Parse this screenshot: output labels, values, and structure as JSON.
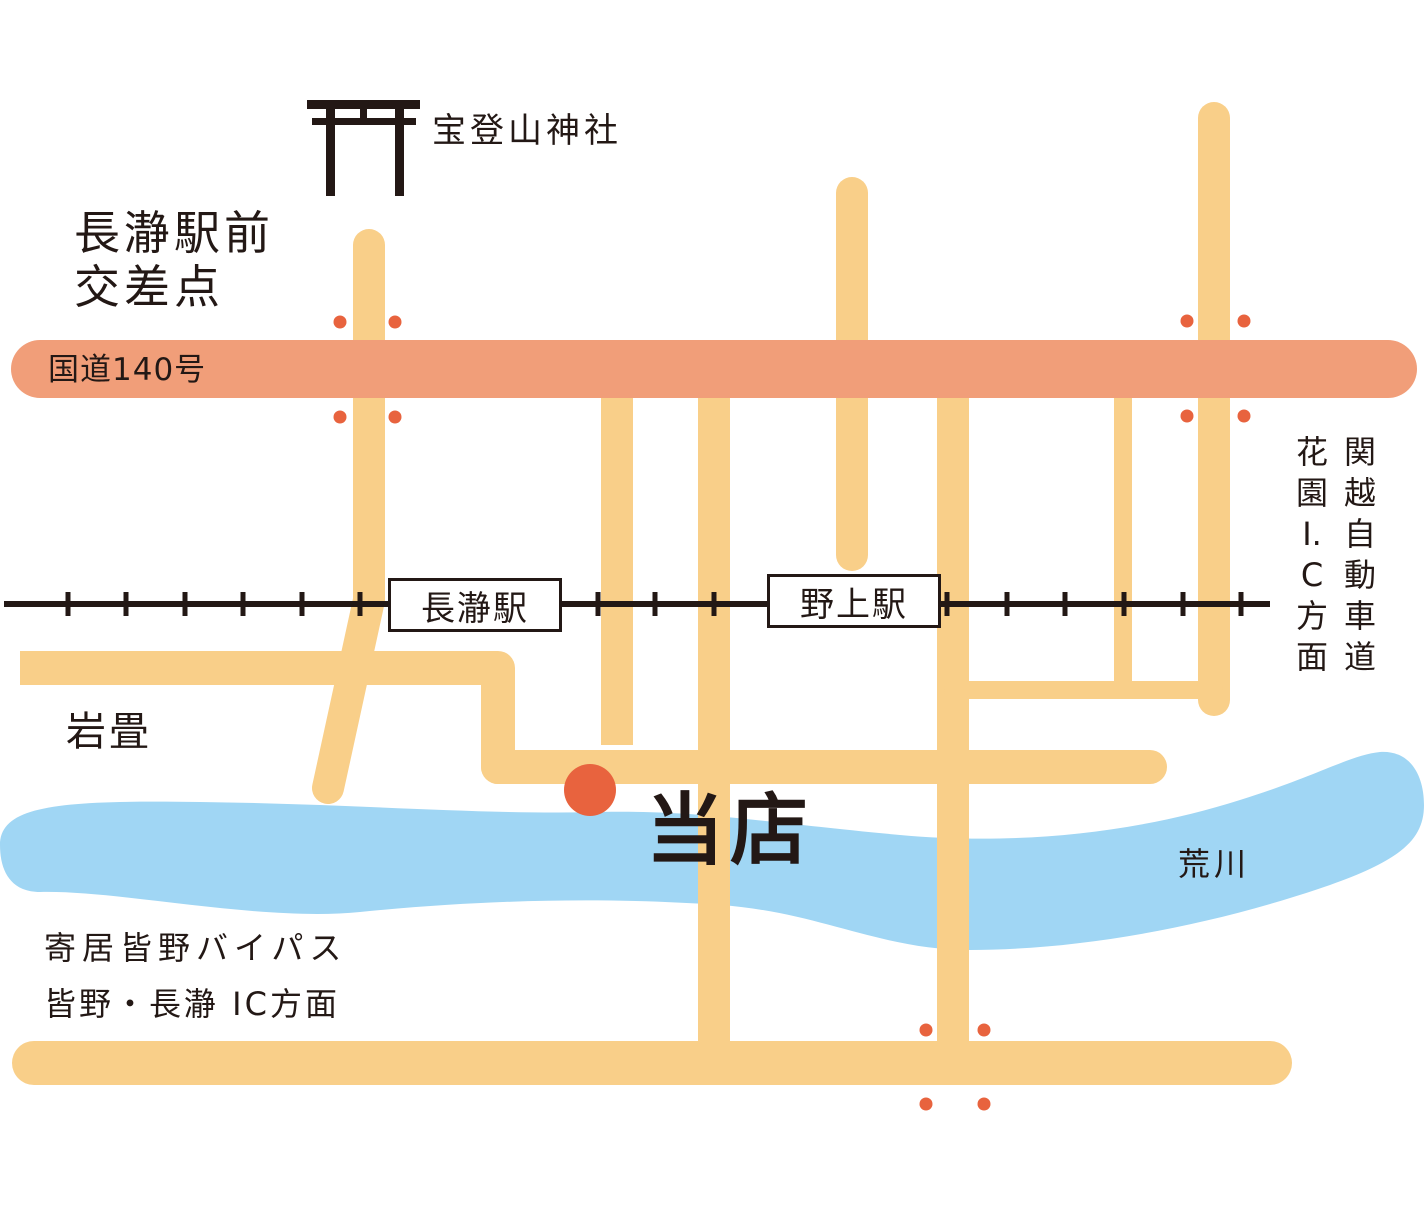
{
  "colors": {
    "road": "#f9cf89",
    "national_road": "#f19e79",
    "river": "#a0d6f4",
    "rail": "#231815",
    "marker": "#e8633e",
    "signal_dot": "#e8633e",
    "text": "#231815"
  },
  "icons": {
    "shrine": "torii-icon",
    "store": "store-marker-icon"
  },
  "labels": {
    "shrine": "宝登山神社",
    "intersection_line1": "長瀞駅前",
    "intersection_line2": "交差点",
    "national_road": "国道140号",
    "station_nagatoro": "長瀞駅",
    "station_nogami": "野上駅",
    "iwadatami": "岩畳",
    "store": "当店",
    "river": "荒川",
    "expressway": "関越自動車道",
    "hanazono": "花園I.C方面",
    "bypass": "寄居皆野バイパス",
    "minano": "皆野・長瀞 IC方面"
  }
}
